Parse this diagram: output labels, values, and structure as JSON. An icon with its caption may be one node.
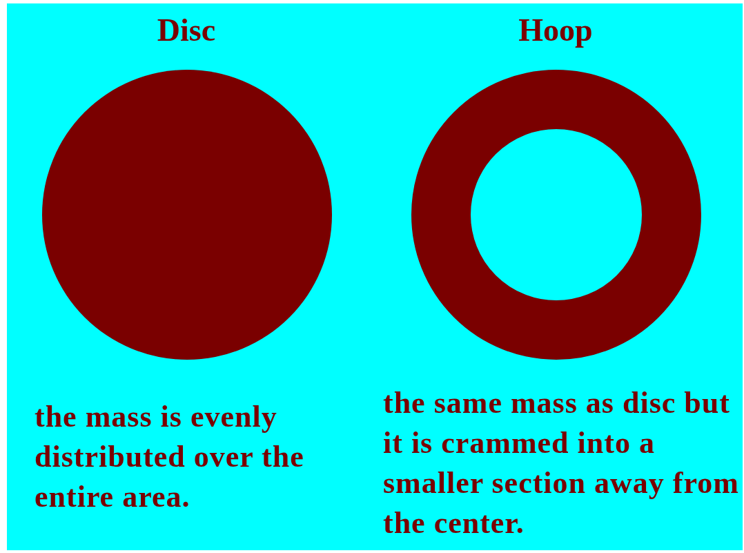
{
  "diagram": {
    "nodes": [
      {
        "text": [
          "Disc"
        ],
        "beside": [
          "the mass is evenly distributed over the entire area."
        ]
      },
      {
        "text": [
          "Hoop"
        ],
        "beside": [
          "the same mass as disc but it is crammed into a smaller section away from the center."
        ]
      }
    ]
  }
}
